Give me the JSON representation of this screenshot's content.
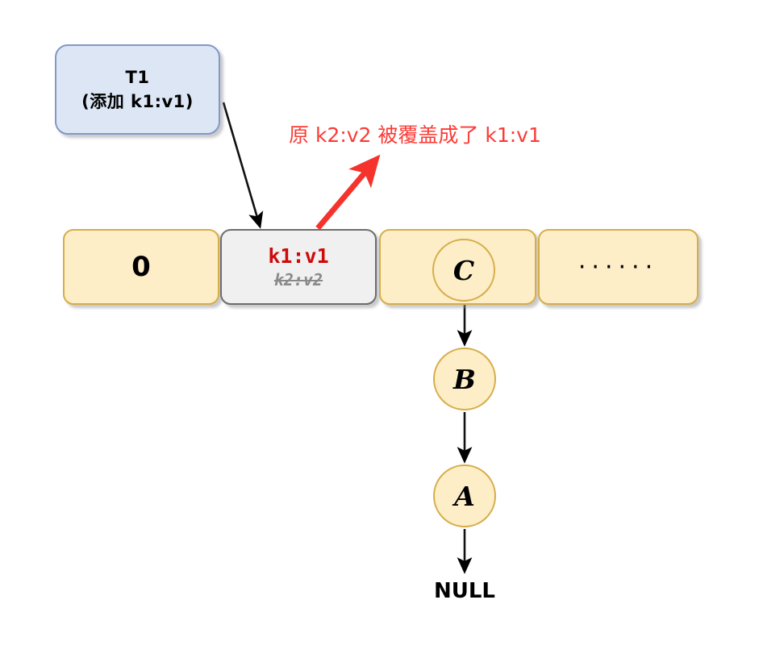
{
  "diagram": {
    "title": "HashMap bucket overwrite diagram",
    "colors": {
      "bucket_fill": "#fdeec8",
      "bucket_border": "#d6ad49",
      "modified_cell_fill": "#f0f0f0",
      "modified_cell_border": "#6d6d6d",
      "txn_fill": "#dce6f5",
      "txn_border": "#8299c4",
      "annotation_red": "#fb3b36",
      "new_value_red": "#cf0a0a",
      "old_value_grey": "#8a8a8a",
      "arrow_black": "#000000"
    }
  },
  "transaction": {
    "line1": "T1",
    "line2": "(添加 k1:v1)"
  },
  "annotation": {
    "text": "原 k2:v2 被覆盖成了 k1:v1"
  },
  "bucket_array": {
    "cells": [
      {
        "index": 0,
        "label": "0",
        "kind": "yellow"
      },
      {
        "index": 1,
        "new_value": "k1:v1",
        "old_value": "k2:v2",
        "kind": "grey"
      },
      {
        "index": 2,
        "node": "C",
        "kind": "yellow"
      },
      {
        "index": 3,
        "label": "······",
        "kind": "yellow"
      }
    ]
  },
  "chain": {
    "nodes": [
      {
        "label": "C"
      },
      {
        "label": "B"
      },
      {
        "label": "A"
      }
    ],
    "terminator": "NULL"
  }
}
